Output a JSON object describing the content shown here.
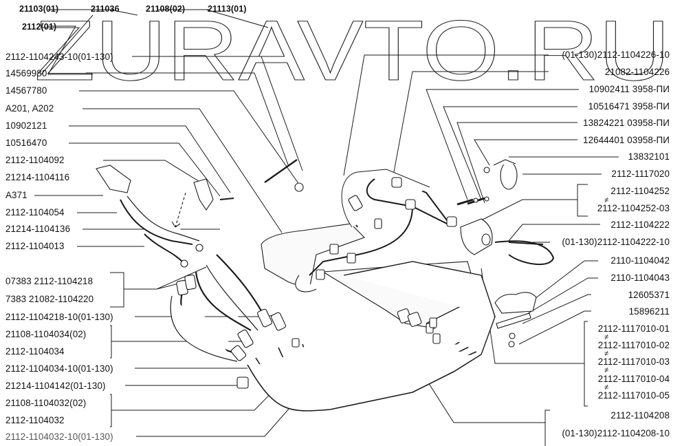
{
  "watermark": "ZURAVTO.RU",
  "header_models": [
    {
      "text": "21103(01)"
    },
    {
      "text": "211036"
    },
    {
      "text": "21108(02)"
    },
    {
      "text": "21113(01)"
    },
    {
      "text": "2112(01)"
    }
  ],
  "left_labels": [
    {
      "text": "2112-1104243-10(01-130)"
    },
    {
      "text": "14569980"
    },
    {
      "text": "14567780"
    },
    {
      "text": "A201, A202"
    },
    {
      "text": "10902121"
    },
    {
      "text": "10516470"
    },
    {
      "text": "2112-1104092"
    },
    {
      "text": "21214-1104116"
    },
    {
      "text": "A371"
    },
    {
      "text": "2112-1104054"
    },
    {
      "text": "21214-1104136"
    },
    {
      "text": "2112-1104013"
    },
    {
      "text": "07383 2112-1104218"
    },
    {
      "text": "7383 21082-1104220"
    },
    {
      "text": "2112-1104218-10(01-130)"
    },
    {
      "text": "21108-1104034(02)"
    },
    {
      "text": "2112-1104034"
    },
    {
      "text": "2112-1104034-10(01-130)"
    },
    {
      "text": "21214-1104142(01-130)"
    },
    {
      "text": "21108-1104032(02)"
    },
    {
      "text": "2112-1104032"
    },
    {
      "text": "2112-1104032-10(01-130)"
    }
  ],
  "right_labels": [
    {
      "text": "(01-130)2112-1104226-10"
    },
    {
      "text": "21082-1104226"
    },
    {
      "text": "10902411 3958-ПИ"
    },
    {
      "text": "10516471 3958-ПИ"
    },
    {
      "text": "13824221 03958-ПИ"
    },
    {
      "text": "12644401 03958-ПИ"
    },
    {
      "text": "13832101"
    },
    {
      "text": "2112-1117020"
    },
    {
      "text": "2112-1104252"
    },
    {
      "text": "2112-1104252-03"
    },
    {
      "text": "2112-1104222"
    },
    {
      "text": "(01-130)2112-1104222-10"
    },
    {
      "text": "2110-1104042"
    },
    {
      "text": "2110-1104043"
    },
    {
      "text": "12605371"
    },
    {
      "text": "15896211"
    },
    {
      "text": "2112-1117010-01"
    },
    {
      "text": "2112-1117010-02"
    },
    {
      "text": "2112-1117010-03"
    },
    {
      "text": "2112-1117010-04"
    },
    {
      "text": "2112-1117010-05"
    },
    {
      "text": "2112-1104208"
    },
    {
      "text": "(01-130)2112-1104208-10"
    }
  ],
  "symbols": {
    "not_interchangeable": "≠"
  }
}
